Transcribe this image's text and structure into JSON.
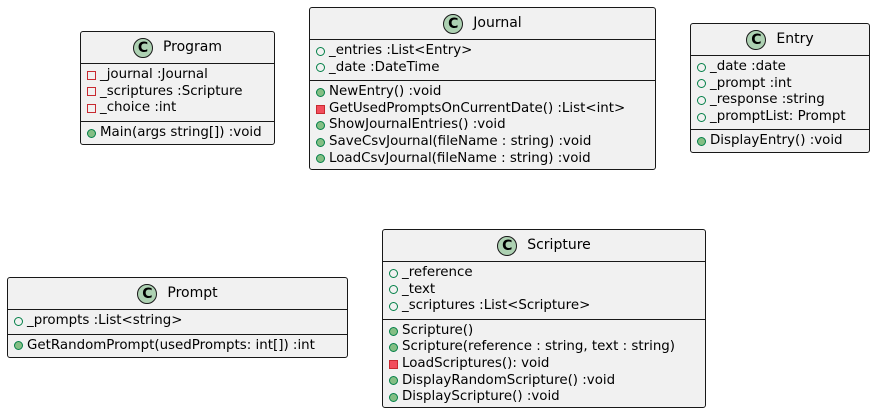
{
  "badge_letter": "C",
  "classes": [
    {
      "name": "Program",
      "attributes": [
        {
          "vis": "private",
          "text": "_journal :Journal"
        },
        {
          "vis": "private",
          "text": "_scriptures :Scripture"
        },
        {
          "vis": "private",
          "text": "_choice :int"
        }
      ],
      "methods": [
        {
          "vis": "public",
          "text": "Main(args string[]) :void"
        }
      ]
    },
    {
      "name": "Journal",
      "attributes": [
        {
          "vis": "public",
          "text": "_entries :List<Entry>"
        },
        {
          "vis": "public",
          "text": "_date :DateTime"
        }
      ],
      "methods": [
        {
          "vis": "public",
          "text": "NewEntry() :void"
        },
        {
          "vis": "private",
          "text": "GetUsedPromptsOnCurrentDate() :List<int>"
        },
        {
          "vis": "public",
          "text": "ShowJournalEntries() :void"
        },
        {
          "vis": "public",
          "text": "SaveCsvJournal(fileName : string) :void"
        },
        {
          "vis": "public",
          "text": "LoadCsvJournal(fileName : string) :void"
        }
      ]
    },
    {
      "name": "Entry",
      "attributes": [
        {
          "vis": "public",
          "text": "_date :date"
        },
        {
          "vis": "public",
          "text": "_prompt :int"
        },
        {
          "vis": "public",
          "text": "_response :string"
        },
        {
          "vis": "public",
          "text": "_promptList: Prompt"
        }
      ],
      "methods": [
        {
          "vis": "public",
          "text": "DisplayEntry() :void"
        }
      ]
    },
    {
      "name": "Prompt",
      "attributes": [
        {
          "vis": "public",
          "text": "_prompts :List<string>"
        }
      ],
      "methods": [
        {
          "vis": "public",
          "text": "GetRandomPrompt(usedPrompts: int[]) :int"
        }
      ]
    },
    {
      "name": "Scripture",
      "attributes": [
        {
          "vis": "public",
          "text": "_reference"
        },
        {
          "vis": "public",
          "text": "_text"
        },
        {
          "vis": "public",
          "text": "_scriptures :List<Scripture>"
        }
      ],
      "methods": [
        {
          "vis": "public",
          "text": "Scripture()"
        },
        {
          "vis": "public",
          "text": "Scripture(reference : string, text : string)"
        },
        {
          "vis": "private",
          "text": "LoadScriptures(): void"
        },
        {
          "vis": "public",
          "text": "DisplayRandomScripture() :void"
        },
        {
          "vis": "public",
          "text": "DisplayScripture() :void"
        }
      ]
    }
  ]
}
